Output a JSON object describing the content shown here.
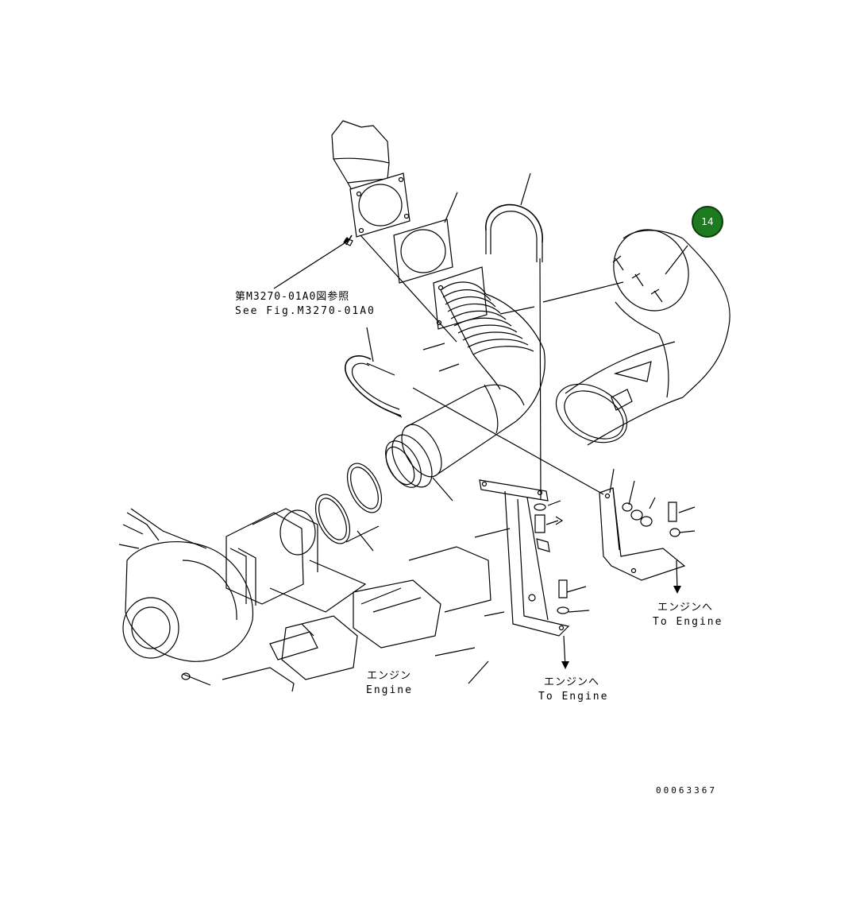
{
  "diagram": {
    "callout": {
      "number": "14",
      "color": "#1e7a1e"
    },
    "ref_note": {
      "jp": "第M3270-01A0図参照",
      "en": "See Fig.M3270-01A0"
    },
    "engine_label": {
      "jp": "エンジン",
      "en": "Engine"
    },
    "to_engine_center": {
      "jp": "エンジンへ",
      "en": "To Engine"
    },
    "to_engine_right": {
      "jp": "エンジンへ",
      "en": "To Engine"
    },
    "document_number": "00063367"
  }
}
